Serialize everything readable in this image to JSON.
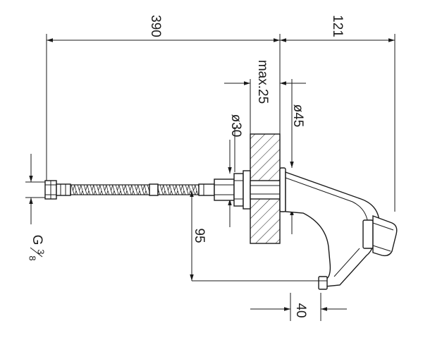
{
  "dimensions": {
    "overall_length": "390",
    "projection": "121",
    "wall_max": "max.25",
    "rosette_diameter": "ø45",
    "pipe_diameter": "ø30",
    "drop_height": "95",
    "spout_offset": "40",
    "thread_main": "G",
    "thread_num": "3",
    "thread_den": "8"
  }
}
